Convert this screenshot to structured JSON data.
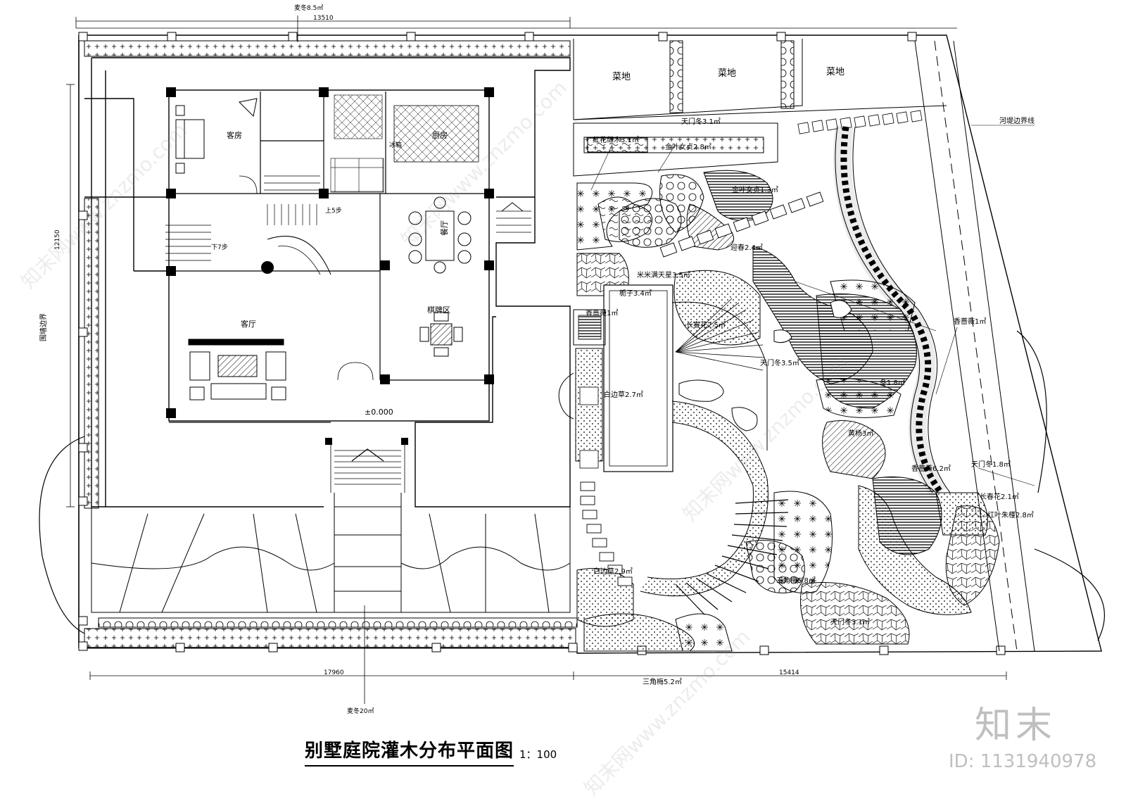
{
  "title": "别墅庭院灌木分布平面图",
  "scale": "1：100",
  "brand": "知末",
  "image_id": "ID: 1131940978",
  "watermark": "知末网www.znzmo.com",
  "dimensions": {
    "top_width": "13510",
    "left_height": "12150",
    "bottom_left": "17960",
    "bottom_right": "15414"
  },
  "rooms": {
    "guest_room": "客房",
    "kitchen": "厨房",
    "dining": "餐厅",
    "living_room": "客厅",
    "chess_area": "棋牌区",
    "elevation": "±0.000",
    "stairs_down": "下7步",
    "stairs_up": "上5步",
    "fridge": "冰箱"
  },
  "vegetable_plots": [
    "菜地",
    "菜地",
    "菜地"
  ],
  "boundaries": {
    "river_bank": "河堤边界线",
    "fence": "围墙边界"
  },
  "plant_labels": {
    "maidong_top": "麦冬8.5㎡",
    "maidong_bottom": "麦冬20㎡",
    "tianmendong_1": "天门冬3.1㎡",
    "hong_hua_ji_mu": "红花继木3.1㎡",
    "jinye": "金叶女贞2.8㎡",
    "jinye_2": "金叶女贞1.3㎡",
    "yingchun": "迎春2.4㎡",
    "miemei": "米米满天星3.5㎡",
    "juzi": "栀子3.4㎡",
    "xiangqiangwei_1": "香蔷薇1㎡",
    "changchunhua_1": "长春花2.5㎡",
    "tianmendong_2": "天门冬3.5㎡",
    "baibianyu_1": "白边草2.7㎡",
    "xiangqiangwei_2": "香蔷薇1㎡",
    "dong_1": "冬1.8㎡",
    "huangyang_3": "黄杨3㎡",
    "xiangqiangwei_3": "香蔷薇6.2㎡",
    "tianmendong_3": "天门冬1.8㎡",
    "changchunhua_2": "长春花2.1㎡",
    "hongyezhumu": "红叶朱槿2.8㎡",
    "baibianyu_2": "白边草2.9㎡",
    "sanjiaomei": "三角梅5.8㎡",
    "tianmendong_4": "天门冬3.1㎡",
    "sanjiaomei_2": "三角梅5.2㎡"
  }
}
